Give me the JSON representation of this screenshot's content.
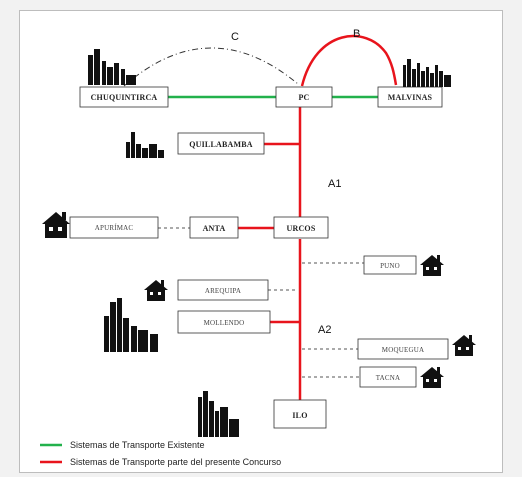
{
  "nodes": {
    "chuquicamata": "CHUQUINTIRCA",
    "pc": "PC",
    "malvinas": "MALVINAS",
    "quillabamba": "QUILLABAMBA",
    "apurimac": "APURÍMAC",
    "anta": "ANTA",
    "urcos": "URCOS",
    "puno": "PUNO",
    "arequipa": "AREQUIPA",
    "mollendo": "MOLLENDO",
    "moquegua": "MOQUEGUA",
    "tacna": "TACNA",
    "ilo": "ILO"
  },
  "segments": {
    "c": "C",
    "b": "B",
    "a1": "A1",
    "a2": "A2"
  },
  "legend": {
    "existing": {
      "label": "Sistemas de Transporte Existente",
      "color": "#22b14c"
    },
    "contest": {
      "label": "Sistemas de Transporte parte del presente Concurso",
      "color": "#e8141c"
    }
  },
  "icons": {
    "city": "city-skyline-icon",
    "house": "house-icon"
  }
}
